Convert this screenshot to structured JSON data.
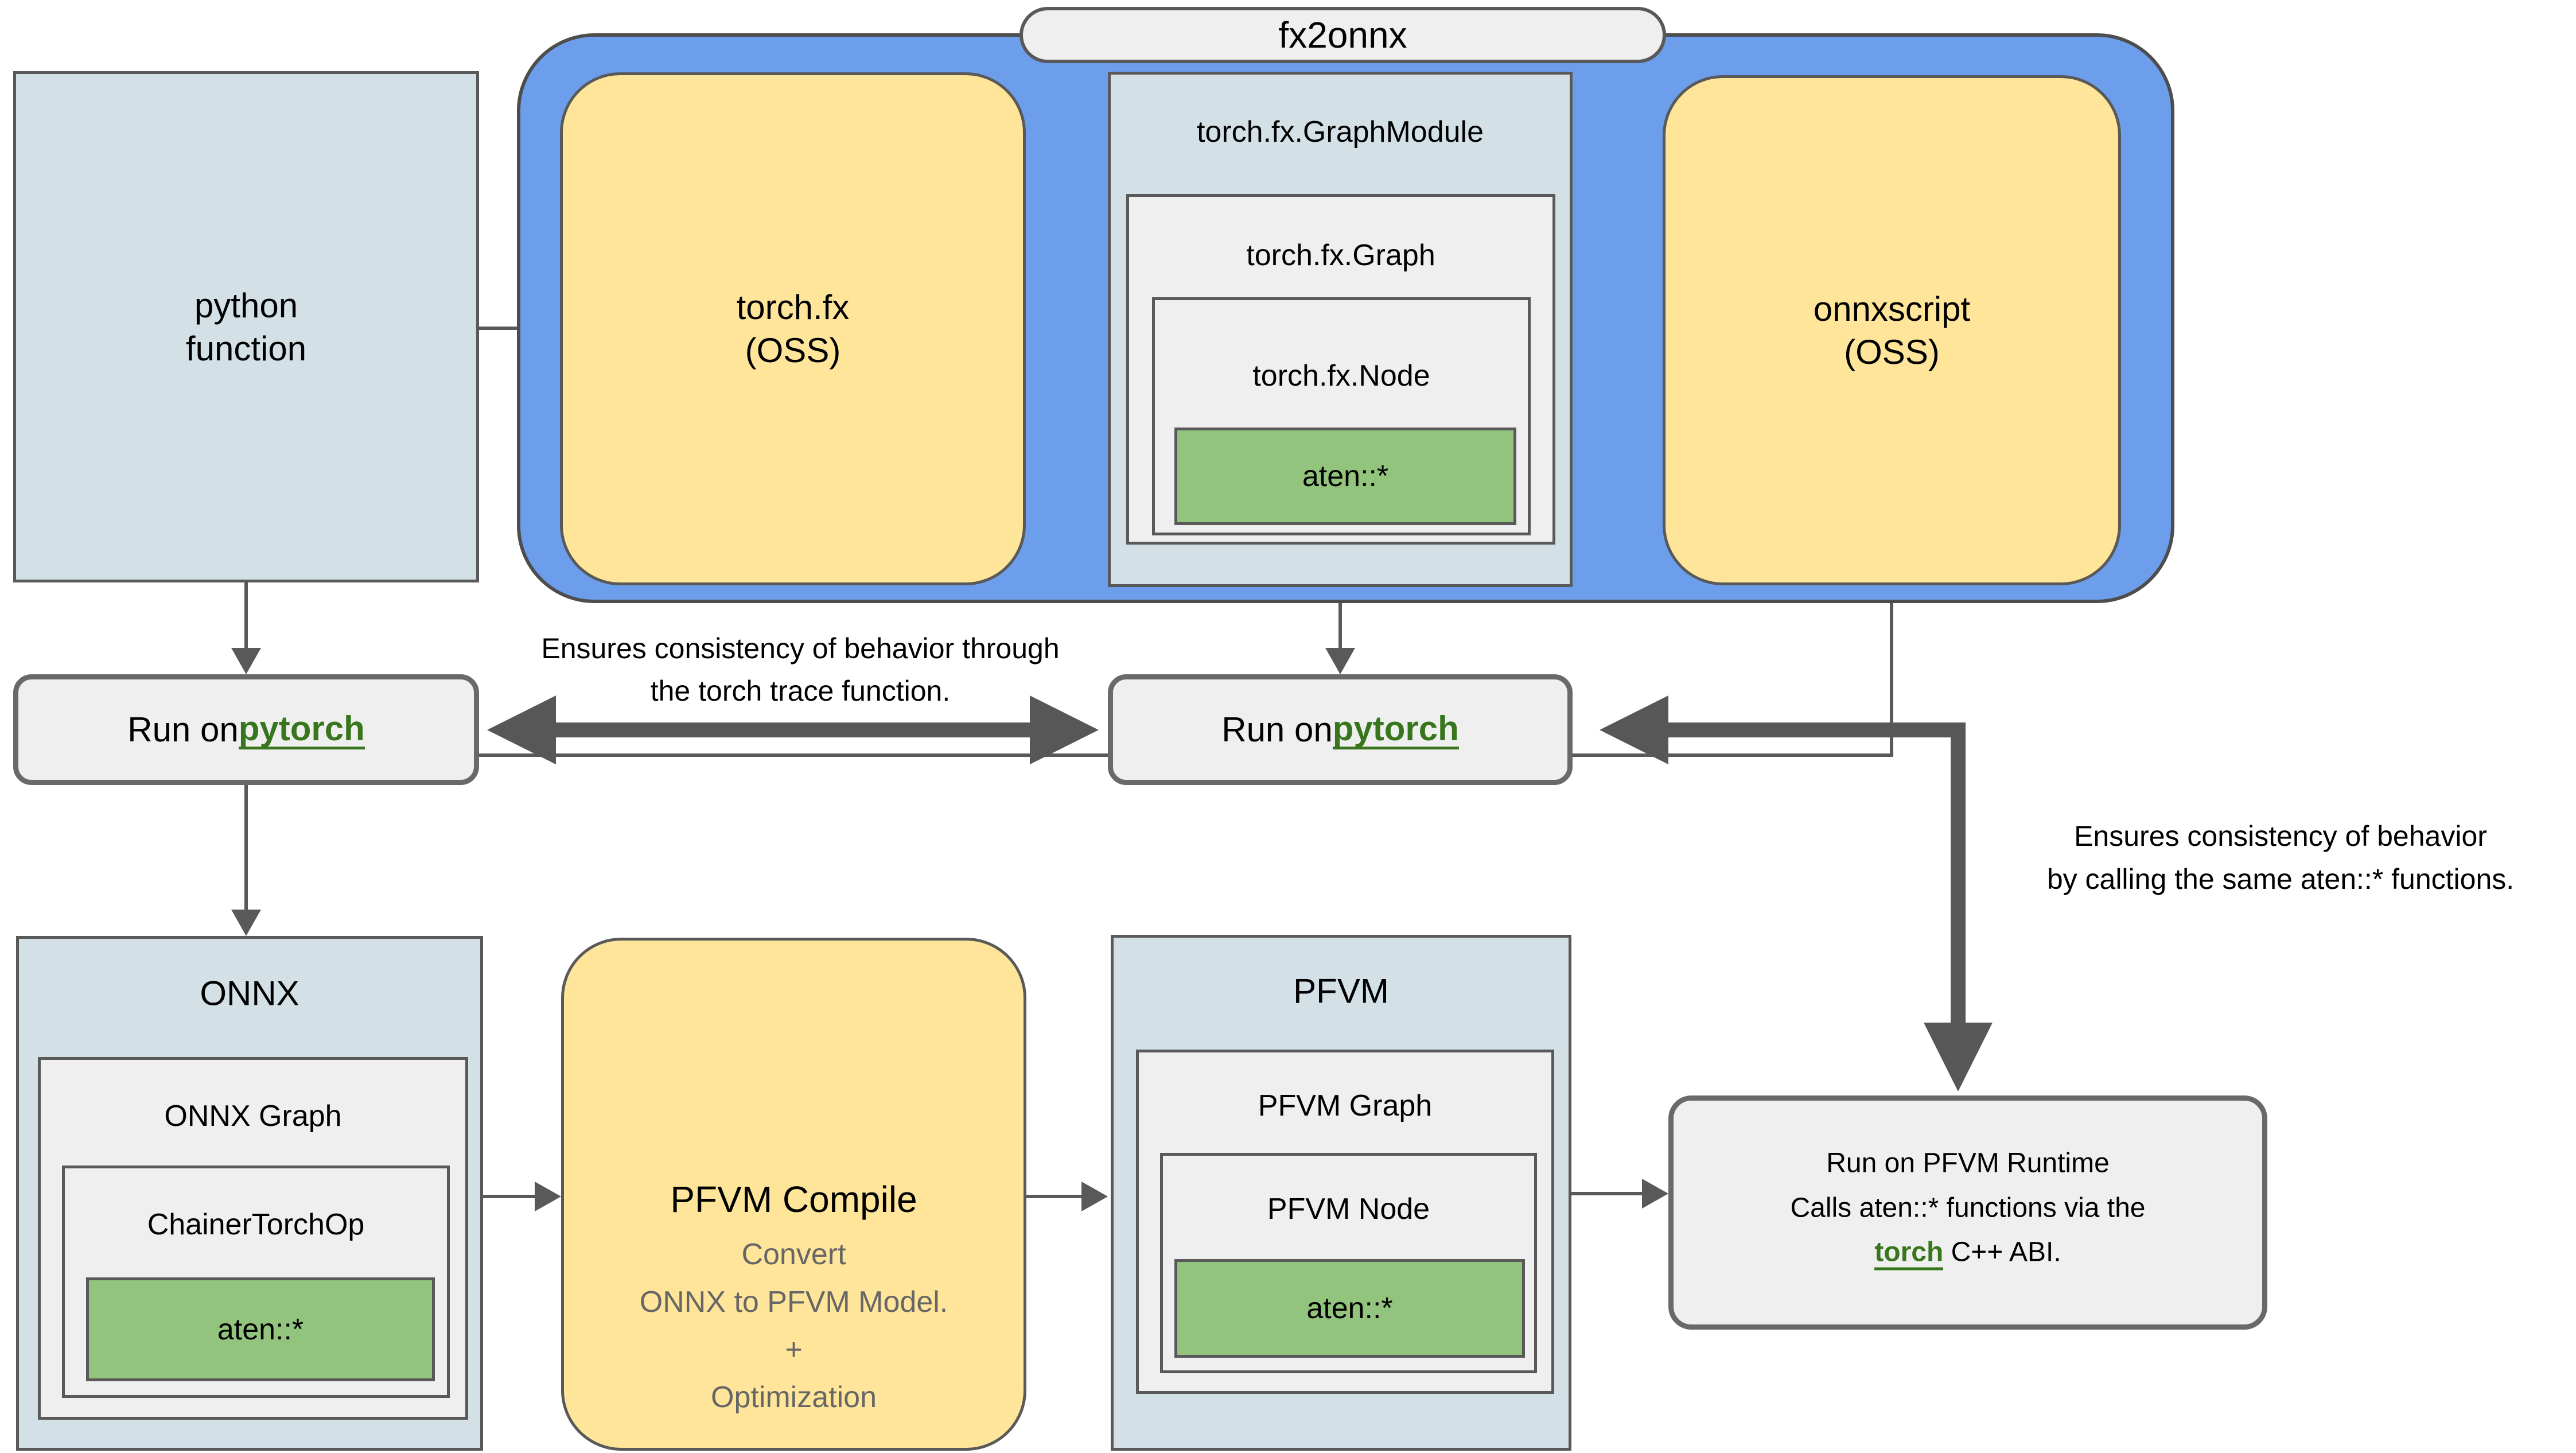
{
  "pill": "fx2onnx",
  "nodes": {
    "python": {
      "label": "python\nfunction"
    },
    "torchfx": {
      "label": "torch.fx\n(OSS)"
    },
    "graphmodule": {
      "label": "torch.fx.GraphModule"
    },
    "fxgraph": {
      "label": "torch.fx.Graph"
    },
    "fxnode": {
      "label": "torch.fx.Node"
    },
    "aten_fx": {
      "label": "aten::*"
    },
    "onnxscript": {
      "label": "onnxscript\n(OSS)"
    },
    "run_pytorch_left": {
      "prefix": "Run on ",
      "link": "pytorch"
    },
    "run_pytorch_right": {
      "prefix": "Run on ",
      "link": "pytorch"
    },
    "onnx": {
      "label": "ONNX"
    },
    "onnx_graph": {
      "label": "ONNX Graph"
    },
    "chainer": {
      "label": "ChainerTorchOp"
    },
    "aten_onnx": {
      "label": "aten::*"
    },
    "compile": {
      "title": "PFVM Compile",
      "subtitle": "Convert\nONNX to PFVM Model.\n+\nOptimization"
    },
    "pfvm": {
      "label": "PFVM"
    },
    "pfvm_graph": {
      "label": "PFVM Graph"
    },
    "pfvm_node": {
      "label": "PFVM Node"
    },
    "aten_pfvm": {
      "label": "aten::*"
    },
    "runtime": {
      "line1": "Run on PFVM Runtime",
      "line2": "Calls aten::* functions via the",
      "link": "torch",
      "line3_suffix": " C++ ABI."
    }
  },
  "annotations": {
    "trace": "Ensures consistency of behavior through\nthe torch trace function.",
    "aten": "Ensures consistency of behavior\nby calling the same aten::* functions."
  },
  "colors": {
    "container_blue": "#6d9eeb",
    "box_yellow": "#ffe599",
    "box_bluegray": "#d3e0e5",
    "box_gray": "#efefef",
    "box_green": "#93c47d",
    "link_green": "#38761d",
    "arrow_gray": "#575757",
    "border_gray": "#595959"
  }
}
